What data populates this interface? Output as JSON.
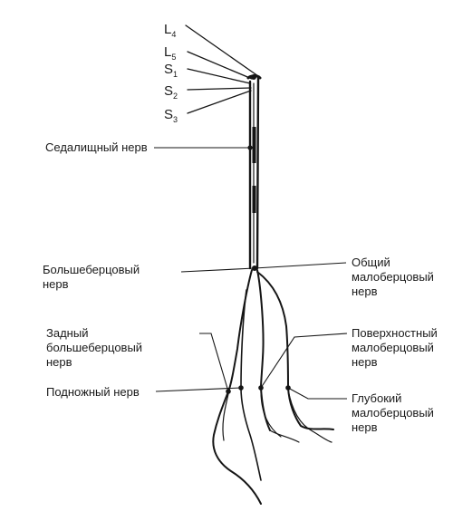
{
  "roots": [
    {
      "letter": "L",
      "sub": "4"
    },
    {
      "letter": "L",
      "sub": "5"
    },
    {
      "letter": "S",
      "sub": "1"
    },
    {
      "letter": "S",
      "sub": "2"
    },
    {
      "letter": "S",
      "sub": "3"
    }
  ],
  "labels": {
    "sciatic": "Седалищный нерв",
    "tibial": [
      "Большеберцовый",
      "нерв"
    ],
    "common_peroneal": [
      "Общий",
      "малоберцовый",
      "нерв"
    ],
    "posterior_tibial": [
      "Задный",
      "большеберцовый",
      "нерв"
    ],
    "superficial_peroneal": [
      "Поверхностный",
      "малоберцовый",
      "нерв"
    ],
    "plantar": "Подножный нерв",
    "deep_peroneal": [
      "Глубокий",
      "малоберцовый",
      "нерв"
    ]
  }
}
